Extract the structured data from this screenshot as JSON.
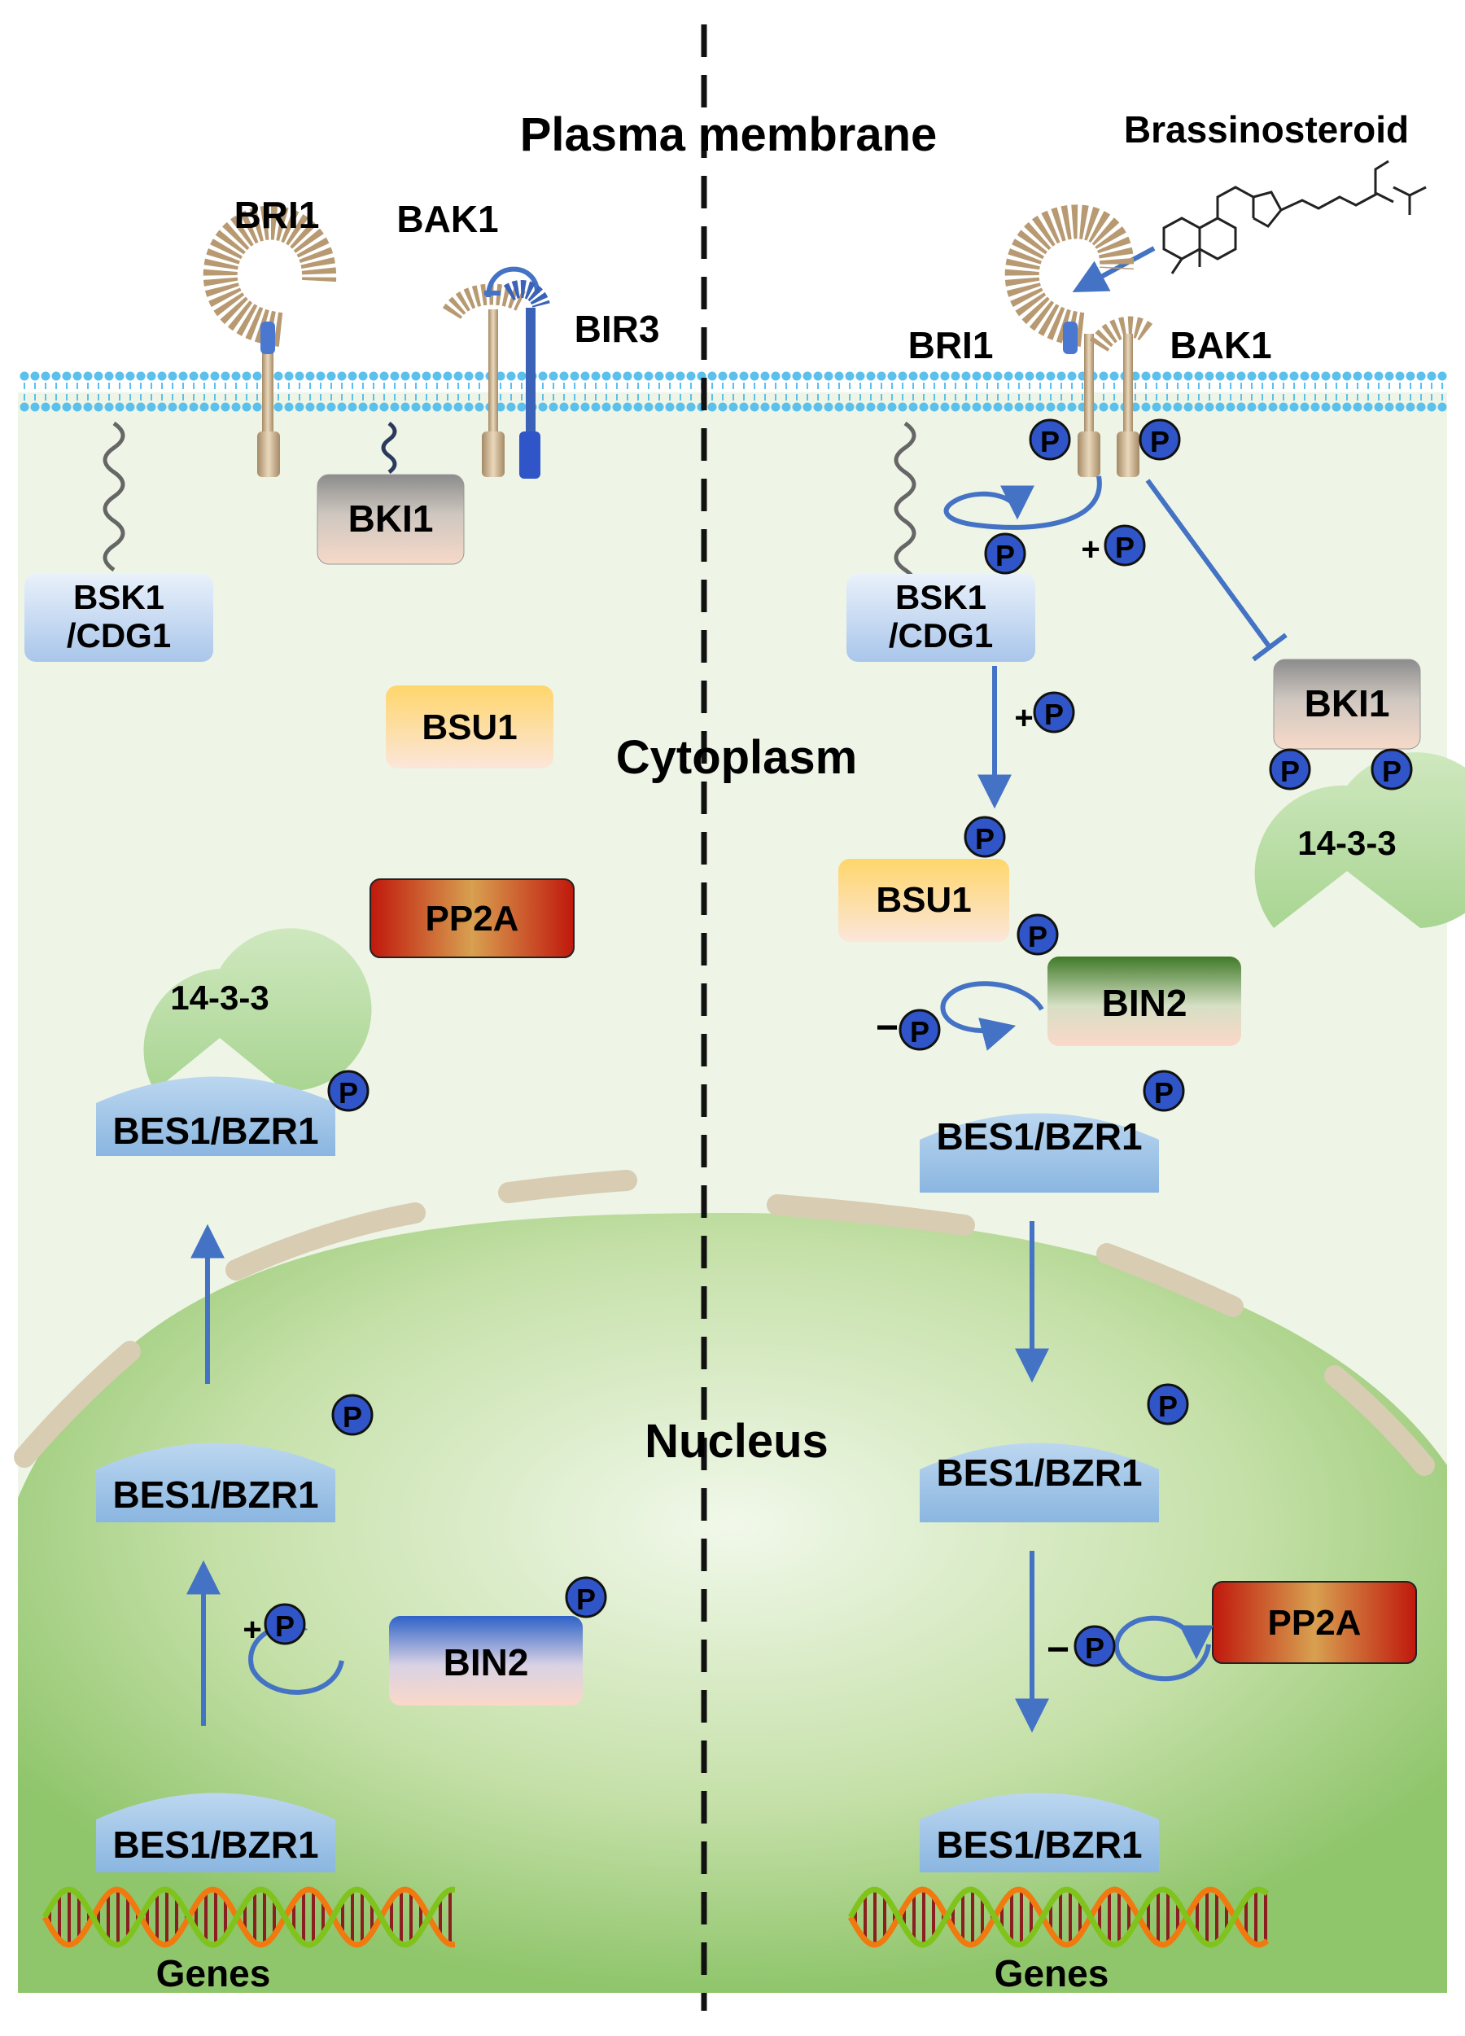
{
  "regions": {
    "plasma_membrane": "Plasma membrane",
    "cytoplasm": "Cytoplasm",
    "nucleus": "Nucleus"
  },
  "ligand": {
    "label": "Brassinosteroid"
  },
  "phospho": {
    "symbol": "P",
    "plus": "+",
    "minus": "−"
  },
  "left": {
    "bri1": "BRI1",
    "bak1": "BAK1",
    "bir3": "BIR3",
    "bki1": "BKI1",
    "bsk1_line1": "BSK1",
    "bsk1_line2": "/CDG1",
    "bsu1": "BSU1",
    "pp2a": "PP2A",
    "fourteen33": "14-3-3",
    "bes1_cyto": "BES1/BZR1",
    "bes1_nuc": "BES1/BZR1",
    "bin2": "BIN2",
    "bes1_dna": "BES1/BZR1",
    "genes": "Genes"
  },
  "right": {
    "bri1": "BRI1",
    "bak1": "BAK1",
    "bsk1_line1": "BSK1",
    "bsk1_line2": "/CDG1",
    "bki1": "BKI1",
    "fourteen33": "14-3-3",
    "bsu1": "BSU1",
    "bin2": "BIN2",
    "bes1_cyto": "BES1/BZR1",
    "bes1_nuc": "BES1/BZR1",
    "pp2a": "PP2A",
    "bes1_dna": "BES1/BZR1",
    "genes": "Genes"
  },
  "colors": {
    "arrow": "#4472c4",
    "phospho_fill": "#2f55c8",
    "cytoplasm_bg": "#eef5e6",
    "nucleus": "#a6d17e",
    "membrane": "#5bc0eb",
    "bes1": "#9dc3e6"
  }
}
